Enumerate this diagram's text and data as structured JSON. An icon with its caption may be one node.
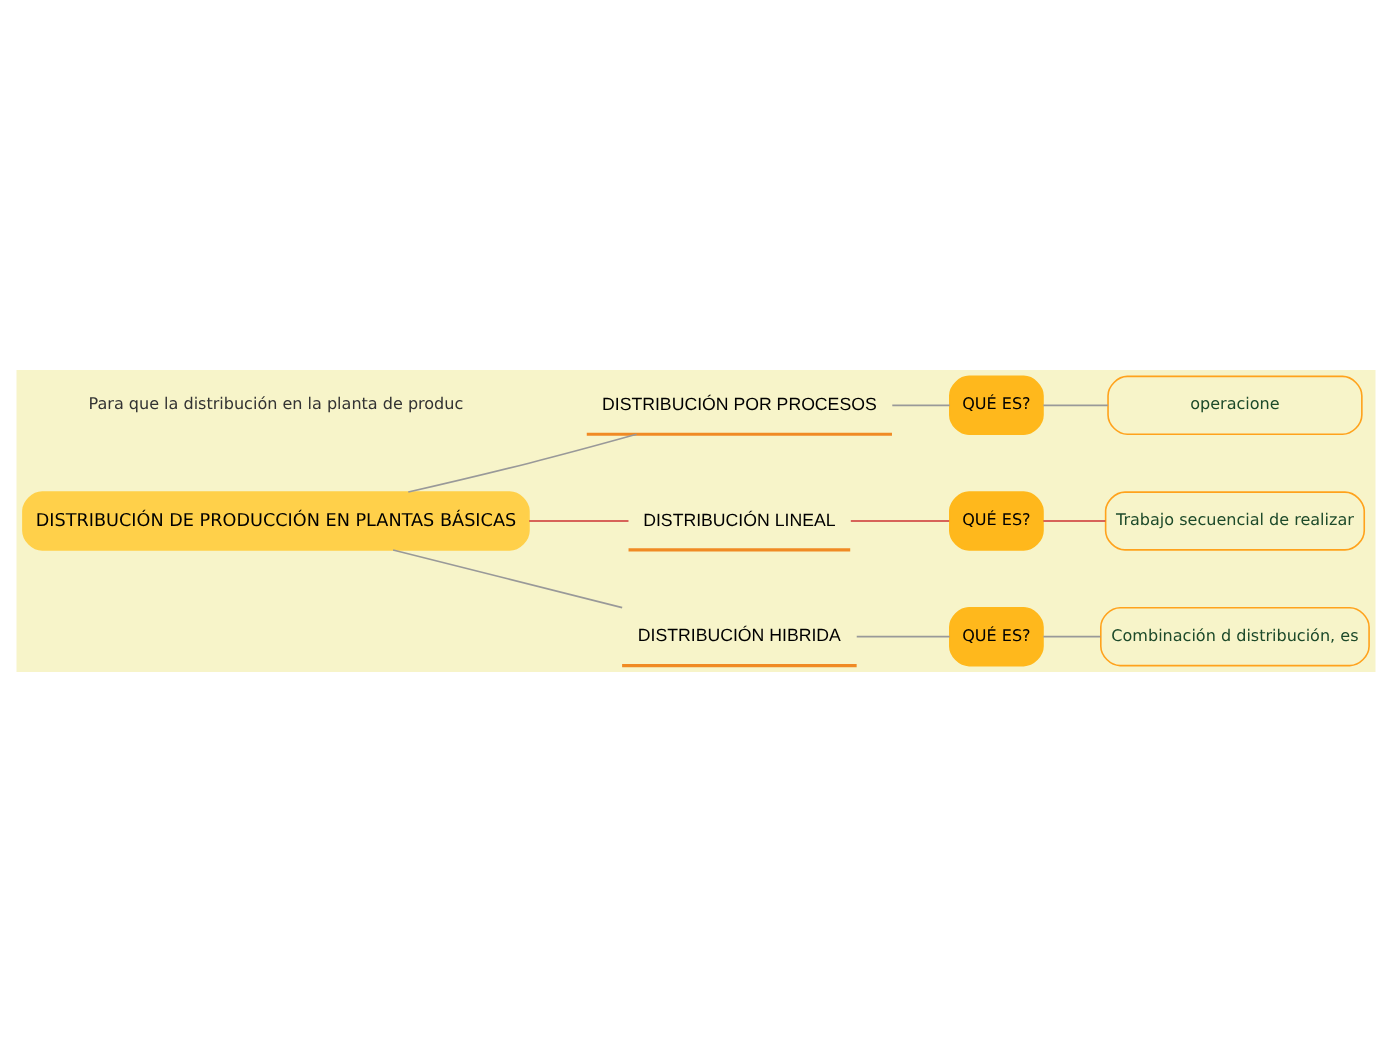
{
  "diagram": {
    "nodes": [
      {
        "text": [
          "DISTRIBUCIÓN DE PRODUCCIÓN EN PLANTAS BÁSICAS"
        ]
      },
      {
        "text": [
          "DISTRIBUCIÓN POR PROCESOS"
        ]
      },
      {
        "text": [
          "QUÉ ES?"
        ]
      },
      {
        "text": [
          "operacione"
        ]
      },
      {
        "text": [
          "DISTRIBUCIÓN LINEAL"
        ]
      },
      {
        "text": [
          "QUÉ ES?"
        ]
      },
      {
        "text": [
          "Trabajo secuencial de realizar"
        ]
      },
      {
        "text": [
          "DISTRIBUCIÓN HIBRIDA"
        ]
      },
      {
        "text": [
          "QUÉ ES?"
        ]
      },
      {
        "text": [
          "Combinación d distribución, es"
        ]
      }
    ],
    "edges": [
      {
        "from": 0,
        "to": 1,
        "arrow": "none"
      },
      {
        "from": 1,
        "to": 2,
        "arrow": "none"
      },
      {
        "from": 2,
        "to": 3,
        "arrow": "none"
      },
      {
        "from": 0,
        "to": 4,
        "arrow": "none",
        "color": "#cc3333"
      },
      {
        "from": 4,
        "to": 5,
        "arrow": "none",
        "color": "#cc3333"
      },
      {
        "from": 5,
        "to": 6,
        "arrow": "none",
        "color": "#cc3333"
      },
      {
        "from": 0,
        "to": 7,
        "arrow": "none"
      },
      {
        "from": 7,
        "to": 8,
        "arrow": "none"
      },
      {
        "from": 8,
        "to": 9,
        "arrow": "none"
      }
    ],
    "labels": [
      "Para que la distribución en la planta de produc"
    ]
  }
}
